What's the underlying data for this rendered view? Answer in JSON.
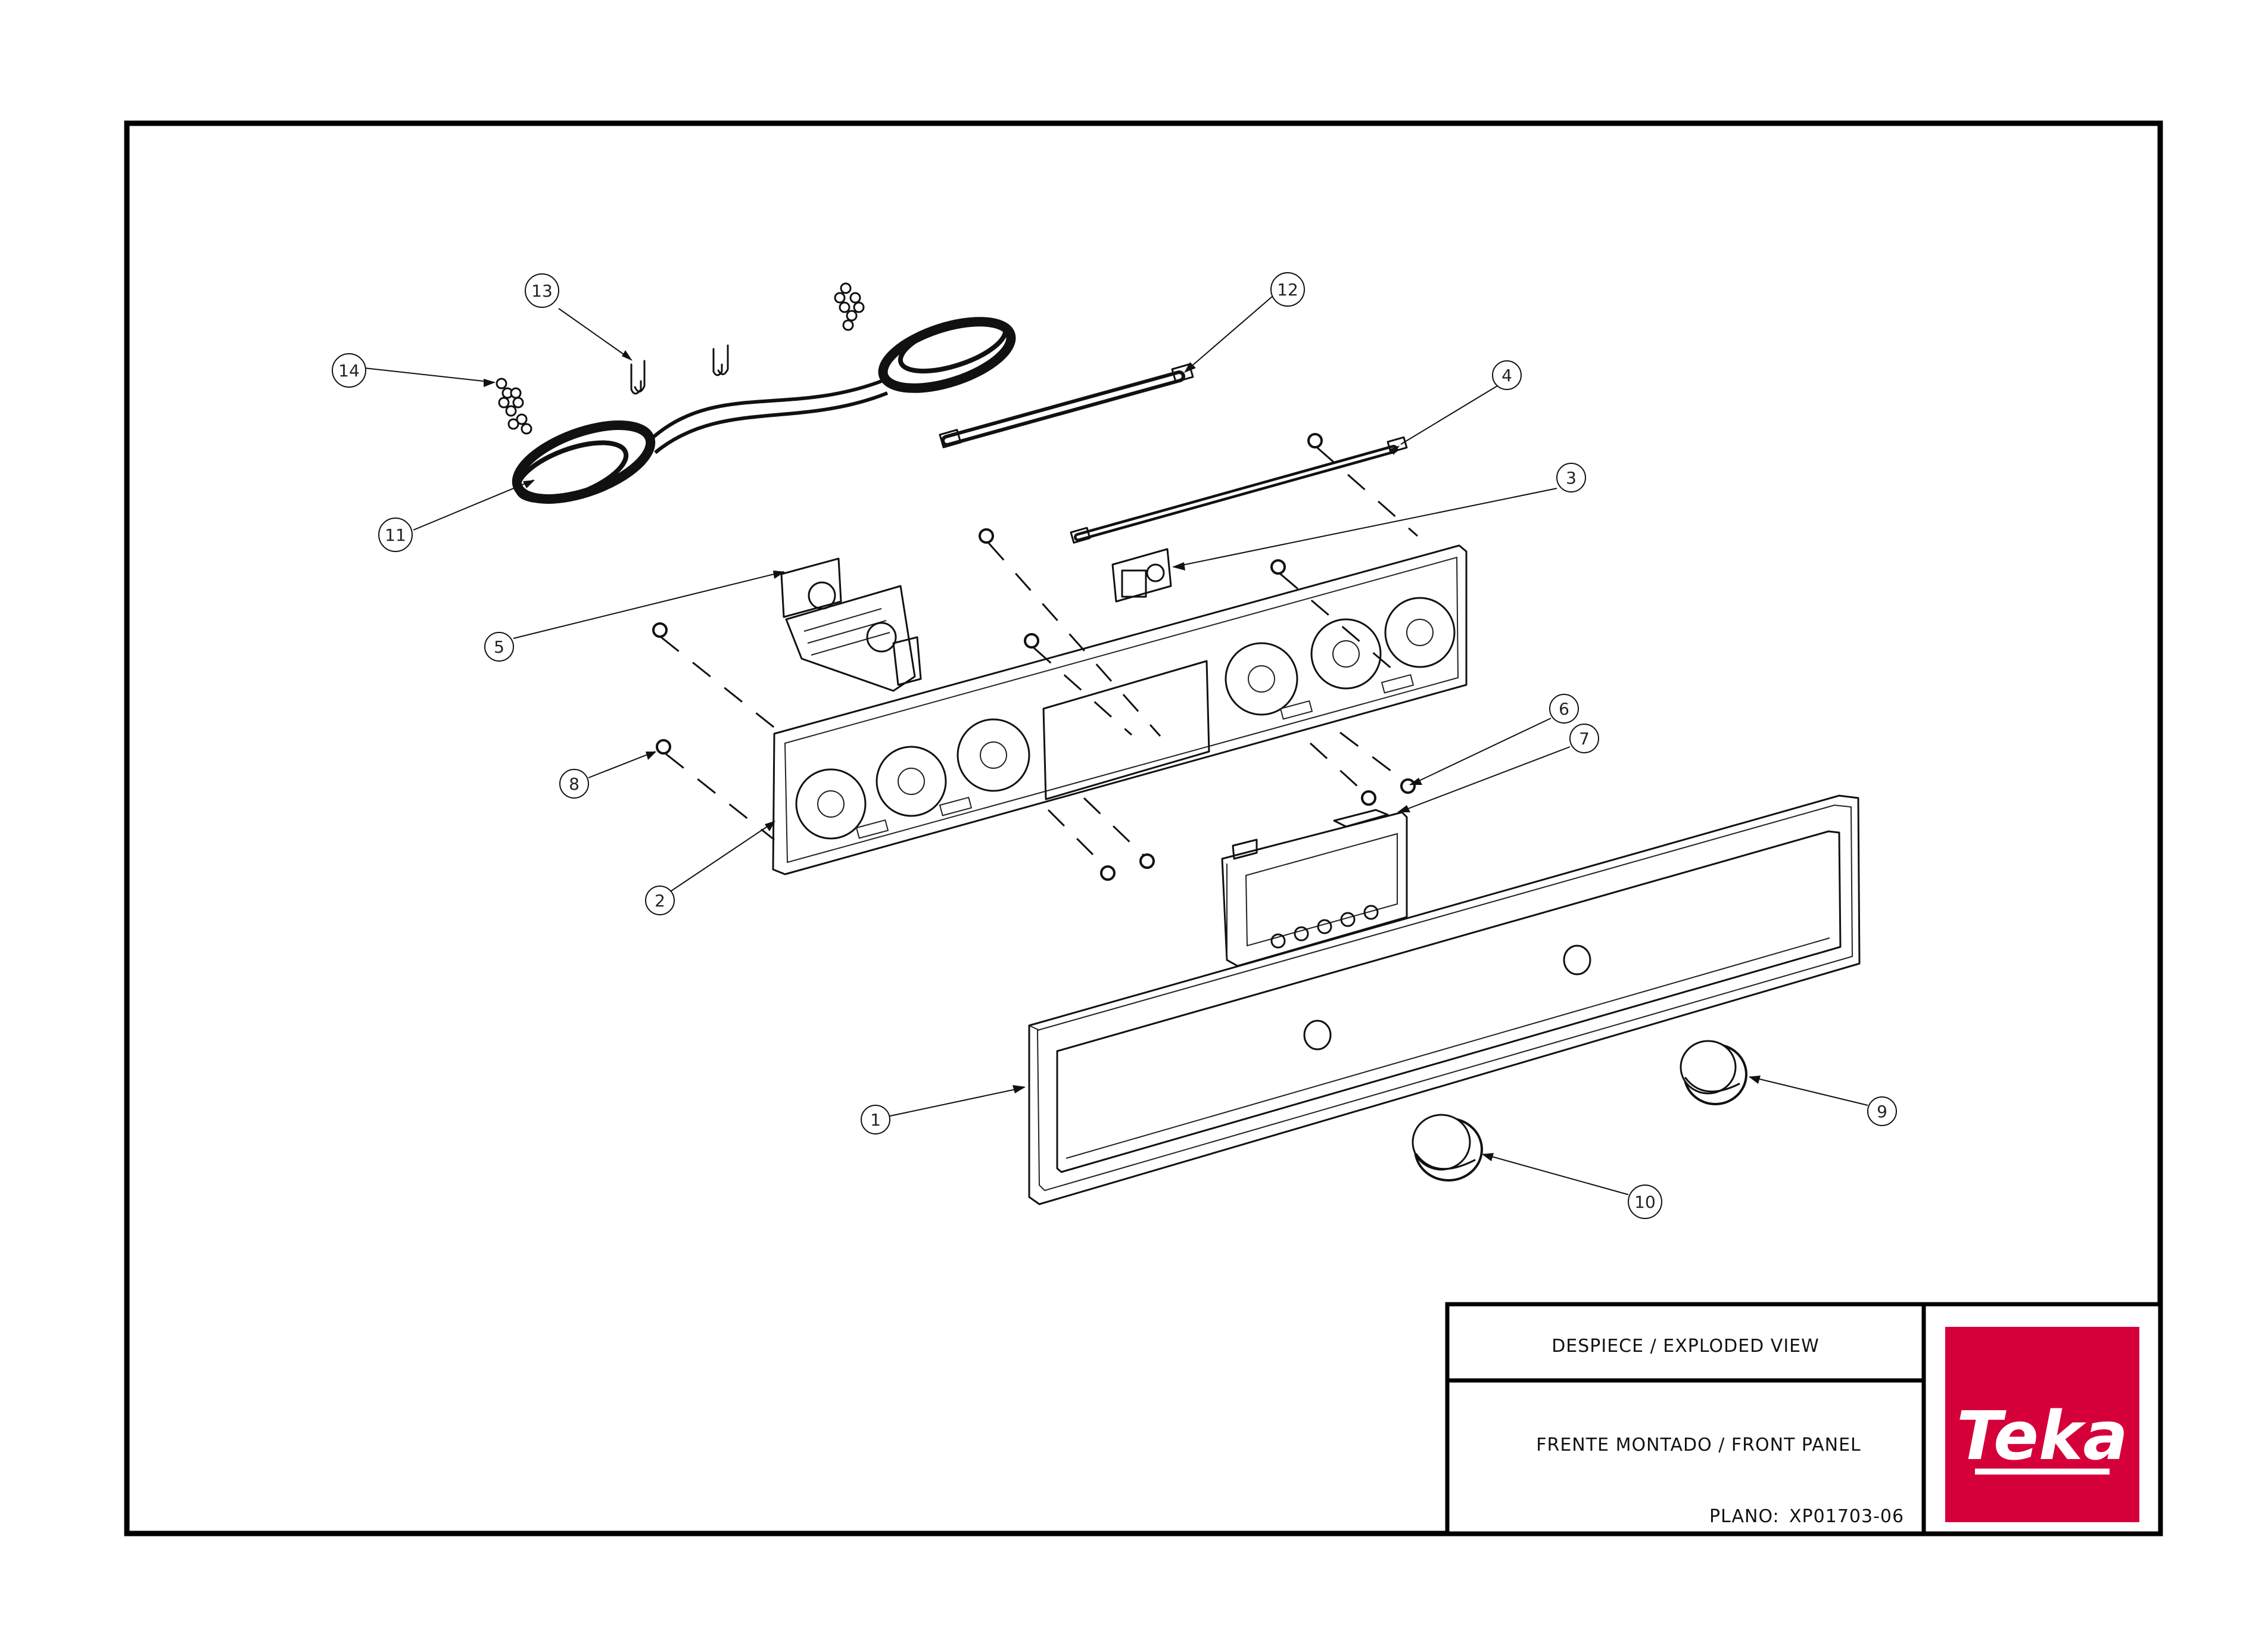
{
  "callouts": [
    "1",
    "2",
    "3",
    "4",
    "5",
    "6",
    "7",
    "8",
    "9",
    "10",
    "11",
    "12",
    "13",
    "14"
  ],
  "title_block": {
    "type_label": "DESPIECE / EXPLODED VIEW",
    "description": "FRENTE MONTADO / FRONT PANEL",
    "plan_label": "PLANO:",
    "plan_number": "XP01703-06"
  },
  "brand": {
    "name": "Teka",
    "color": "#d5003a"
  }
}
